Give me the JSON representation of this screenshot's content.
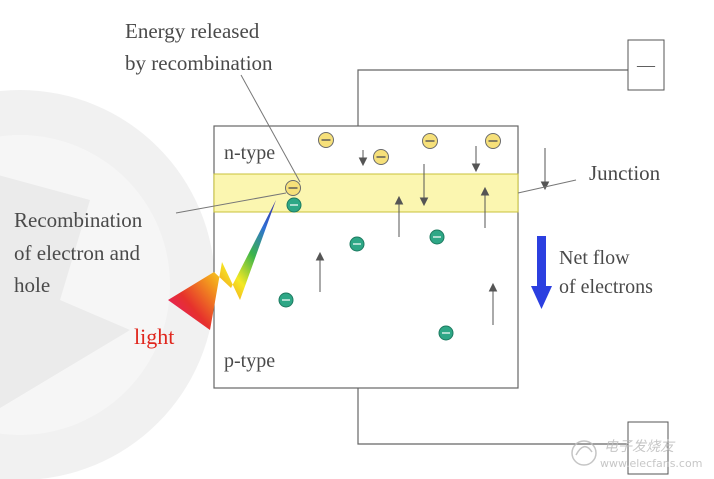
{
  "labels": {
    "energy_line1": "Energy released",
    "energy_line2": "by recombination",
    "n_type": "n-type",
    "p_type": "p-type",
    "junction": "Junction",
    "recomb_line1": "Recombination",
    "recomb_line2": "of electron and",
    "recomb_line3": "hole",
    "light": "light",
    "net_flow_line1": "Net flow",
    "net_flow_line2": "of electrons",
    "terminal_top": "—"
  },
  "watermark": {
    "text": "电子发烧友",
    "url": "www.elecfans.com"
  },
  "colors": {
    "junction_fill": "#fbf6b0",
    "junction_stroke": "#c9c23a",
    "electron_fill": "#f6e07a",
    "hole_fill": "#2ea786",
    "net_flow_arrow": "#2b3fe0",
    "light_label": "#e0261c",
    "text": "#4a4a4a"
  }
}
